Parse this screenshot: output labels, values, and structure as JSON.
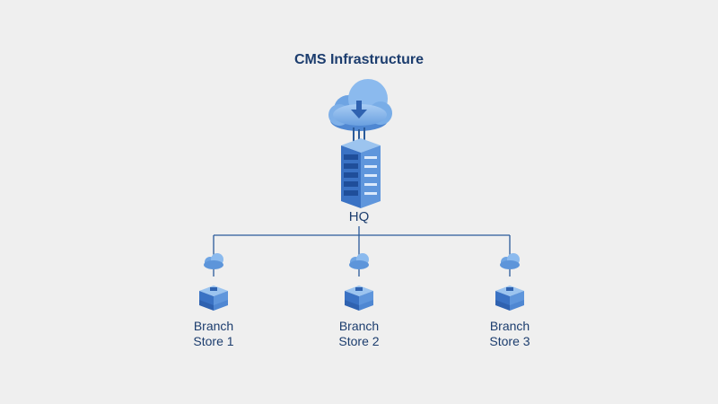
{
  "diagram": {
    "title": "CMS Infrastructure",
    "hq": {
      "label": "HQ"
    },
    "branches": [
      {
        "line1": "Branch",
        "line2": "Store 1"
      },
      {
        "line1": "Branch",
        "line2": "Store 2"
      },
      {
        "line1": "Branch",
        "line2": "Store 3"
      }
    ]
  },
  "colors": {
    "background": "#efefef",
    "text": "#1c3d6e",
    "connector": "#2a5a9a",
    "server_face": "#3a72c4",
    "server_side": "#5f96dc",
    "server_top": "#9cc4ef",
    "cloud": "#7fb0e8"
  },
  "icons": [
    "cloud-icon",
    "server-rack-icon",
    "server-stack-icon",
    "download-arrow-icon"
  ]
}
